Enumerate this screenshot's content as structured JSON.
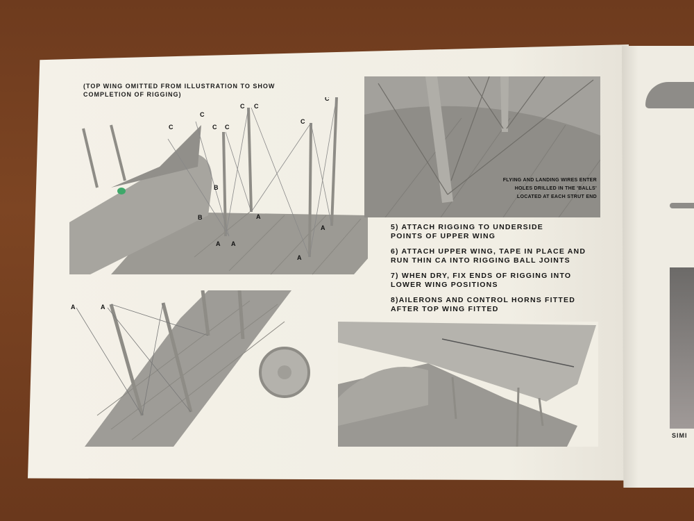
{
  "caption": {
    "line1": "(TOP WING OMITTED FROM ILLUSTRATION TO SHOW",
    "line2": "COMPLETION OF RIGGING)"
  },
  "labels": {
    "top_left": [
      "C",
      "C",
      "C",
      "C",
      "C",
      "C",
      "C",
      "C",
      "B",
      "B",
      "A",
      "A",
      "A",
      "A",
      "A"
    ],
    "bottom_left": [
      "A",
      "A"
    ]
  },
  "photo_note": {
    "line1": "FLYING AND LANDING WIRES ENTER",
    "line2": "HOLES DRILLED IN THE 'BALLS'",
    "line3": "LOCATED AT EACH STRUT END"
  },
  "steps": [
    {
      "line1": "5) ATTACH RIGGING TO UNDERSIDE",
      "line2": "POINTS OF UPPER WING"
    },
    {
      "line1": "6) ATTACH UPPER WING, TAPE IN PLACE AND",
      "line2": "RUN THIN CA INTO RIGGING BALL JOINTS"
    },
    {
      "line1": "7) WHEN DRY, FIX ENDS OF RIGGING INTO",
      "line2": "LOWER WING POSITIONS"
    },
    {
      "line1": "8)AILERONS AND CONTROL HORNS FITTED",
      "line2": "AFTER TOP WING FITTED"
    }
  ],
  "right_page": {
    "caption_fragment": "SIMI"
  }
}
